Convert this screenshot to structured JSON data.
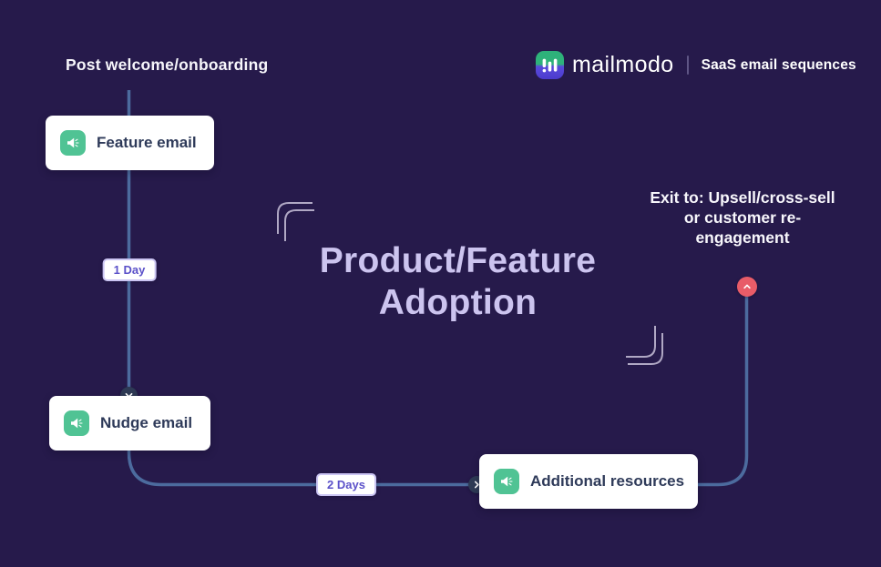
{
  "header": {
    "brand": "mailmodo",
    "tagline": "SaaS email sequences"
  },
  "flow": {
    "entry_label": "Post welcome/onboarding",
    "title_line_1": "Product/Feature",
    "title_line_2": "Adoption",
    "exit_line_1": "Exit to: Upsell/cross-sell",
    "exit_line_2": "or customer re-",
    "exit_line_3": "engagement",
    "nodes": [
      {
        "label": "Feature email",
        "icon": "megaphone-email-icon"
      },
      {
        "label": "Nudge email",
        "icon": "megaphone-email-icon"
      },
      {
        "label": "Additional resources",
        "icon": "megaphone-email-icon"
      }
    ],
    "delays": [
      {
        "label": "1 Day"
      },
      {
        "label": "2 Days"
      }
    ],
    "connector_icons": {
      "after_nudge": "chevron-down-icon",
      "into_resources": "chevron-right-icon",
      "exit_up": "chevron-up-icon"
    }
  },
  "icons": {
    "logo": "mailmodo-logo-icon"
  },
  "colors": {
    "background": "#261A4B",
    "connector_line": "#4C6B9E",
    "card_background": "#FFFFFF",
    "card_text": "#2E3A59",
    "step_icon_green": "#50C394",
    "delay_text": "#5B51C9",
    "delay_border": "#CBC5F3",
    "connector_node": "#2E3A55",
    "exit_node": "#E85C68",
    "title_text": "#CCC4EF",
    "heading_text": "#F7F6FB",
    "logo_gradient_top": "#2EB27A",
    "logo_gradient_bottom": "#4B3BCE"
  }
}
